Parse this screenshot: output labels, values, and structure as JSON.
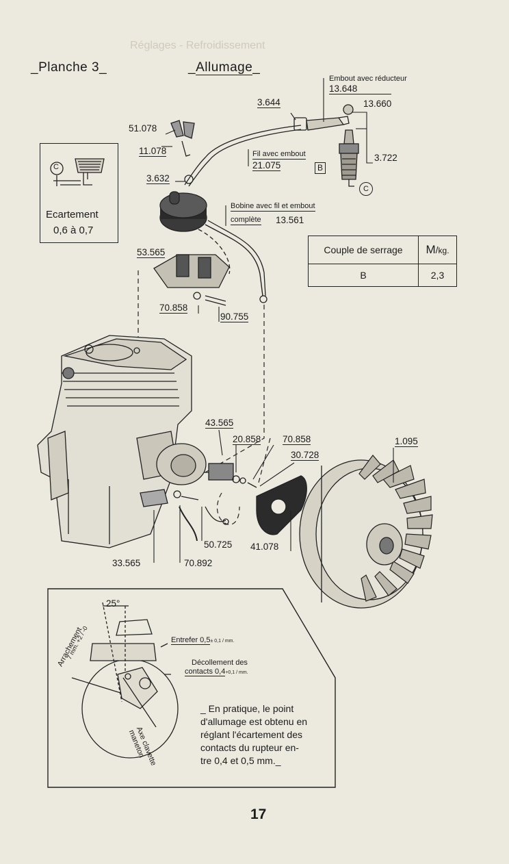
{
  "header": {
    "plate": "Planche 3",
    "title": "Allumage",
    "ghost_text": "Réglages - Refroidissement"
  },
  "gap_box": {
    "label_line1": "Ecartement",
    "label_line2": "0,6 à 0,7",
    "marker": "C"
  },
  "parts": {
    "p_51078": "51.078",
    "p_11078": "11.078",
    "p_3632": "3.632",
    "p_3644": "3.644",
    "embout_label": "Embout avec réducteur",
    "p_13648": "13.648",
    "p_13660": "13.660",
    "p_3722": "3.722",
    "fil_label": "Fil avec embout",
    "p_21075": "21.075",
    "bobine_label_line1": "Bobine avec fil et embout",
    "bobine_label_line2": "complète",
    "p_13561": "13.561",
    "p_53565": "53.565",
    "p_70858_a": "70.858",
    "p_90755": "90.755",
    "p_43565": "43.565",
    "p_20858": "20.858",
    "p_70858_b": "70.858",
    "p_30728": "30.728",
    "p_1095": "1.095",
    "p_50725": "50.725",
    "p_41078": "41.078",
    "p_33565": "33.565",
    "p_70892": "70.892",
    "marker_b": "B",
    "marker_c": "C"
  },
  "torque_table": {
    "header_label": "Couple de serrage",
    "unit_m": "M",
    "unit_kg": "kg.",
    "row_key": "B",
    "row_value": "2,3"
  },
  "timing": {
    "angle": "25°",
    "arrachement": "Arrachement",
    "arrachement_value": "7 mm.",
    "arrachement_tol": "+2 / -0",
    "entrefer_label": "Entrefer 0,5",
    "entrefer_tol": "± 0,1 / mm.",
    "decollement_line1": "Décollement des",
    "decollement_line2": "contacts 0,4",
    "decollement_tol": "+0,1 / mm.",
    "axe_label": "Axe clavette maneton",
    "note_line1": "_ En pratique, le point",
    "note_line2": "d'allumage est obtenu en",
    "note_line3": "réglant l'écartement des",
    "note_line4": "contacts du rupteur en-",
    "note_line5": "tre 0,4 et 0,5 mm._"
  },
  "footer": {
    "page_number": "17"
  }
}
